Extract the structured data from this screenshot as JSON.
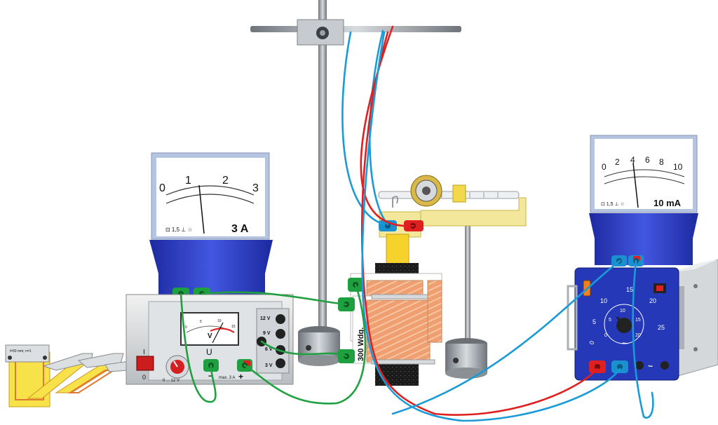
{
  "ammeter_large": {
    "scale": [
      "0",
      "1",
      "2",
      "3"
    ],
    "range": "3 A",
    "class_mark": "⊡ 1,5 ⊥ ☆"
  },
  "power_supply": {
    "meter_label": "V",
    "meter_scale": [
      "0",
      "5",
      "10",
      "15"
    ],
    "u_label": "U",
    "voltage_range": "0 ... 12 V",
    "max_label": "max. 3 A",
    "minus_label": "−",
    "plus_label": "+",
    "taps": [
      "12 V",
      "9 V",
      "6 V",
      "3 V"
    ],
    "switch_on": "I",
    "switch_off": "0"
  },
  "coil": {
    "label": "300 Wdg."
  },
  "sample": {
    "label": "l=50 mm; n=1"
  },
  "milliammeter": {
    "scale": [
      "0",
      "2",
      "4",
      "6",
      "8",
      "10"
    ],
    "range": "10 mA",
    "class_mark": "⊡ 1,5 ⊥ ☆"
  },
  "function_unit": {
    "dial": [
      "0",
      "5",
      "10",
      "15",
      "20",
      "25"
    ],
    "inner_dial": [
      "0",
      "5",
      "10",
      "15",
      "20"
    ],
    "ac_symbol": "~"
  },
  "colors": {
    "wire_red": "#e02020",
    "wire_blue": "#1a9ad6",
    "wire_green": "#20a040",
    "meter_blue": "#2d3fc0",
    "unit_blue": "#2438b8"
  }
}
